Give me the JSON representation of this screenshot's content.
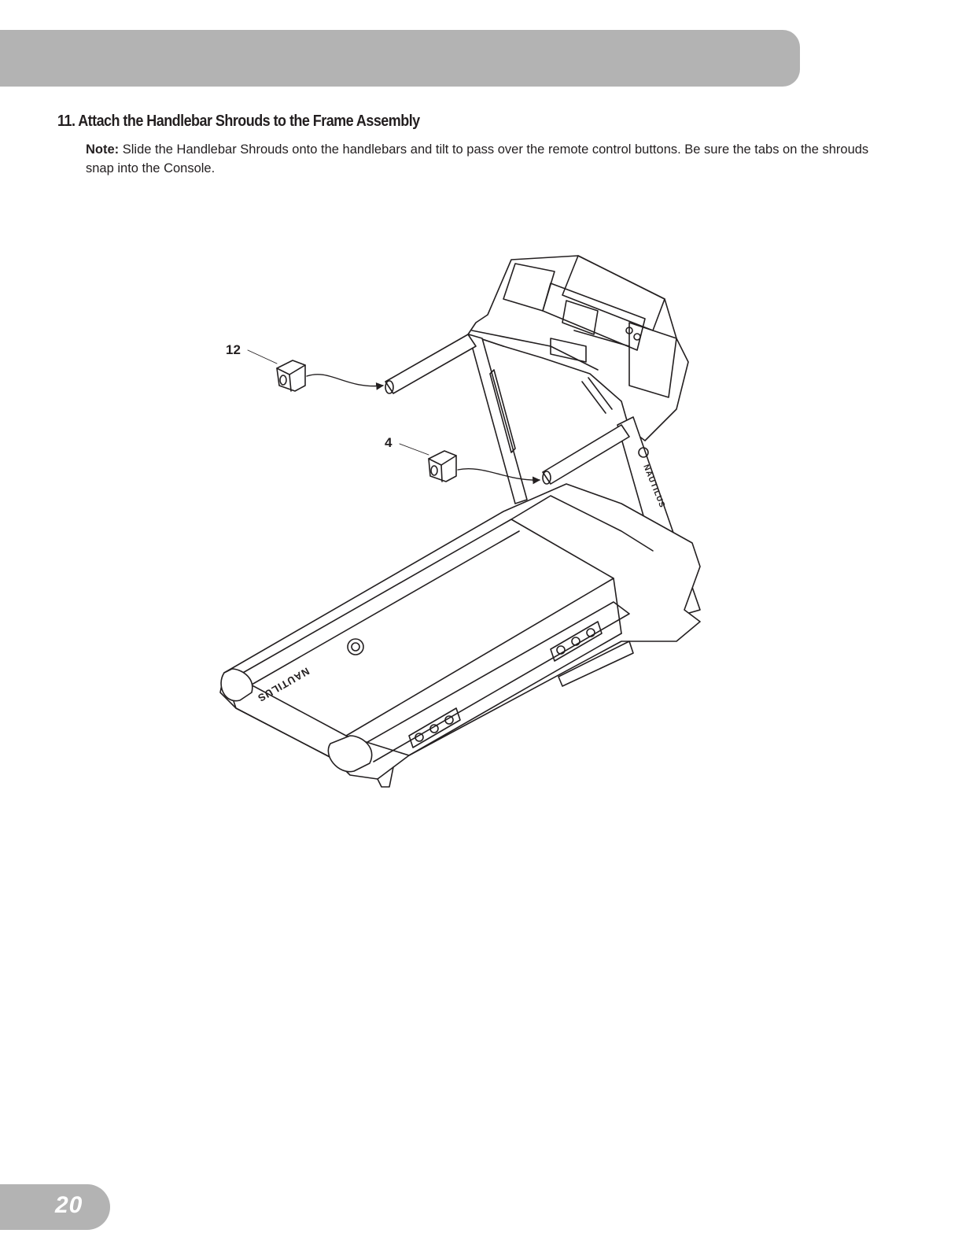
{
  "step": {
    "title": "11.  Attach the Handlebar Shrouds to the Frame Assembly",
    "note_label": "Note:",
    "note_text": " Slide the Handlebar Shrouds onto the handlebars and tilt to pass over the remote control buttons. Be sure the tabs on the shrouds snap into the Console."
  },
  "diagram": {
    "callouts": [
      {
        "label": "12",
        "part": "Handlebar Shroud (upper)"
      },
      {
        "label": "4",
        "part": "Handlebar Shroud (lower)"
      }
    ],
    "brand_text": "NAUTILUS"
  },
  "footer": {
    "page_number": "20"
  }
}
